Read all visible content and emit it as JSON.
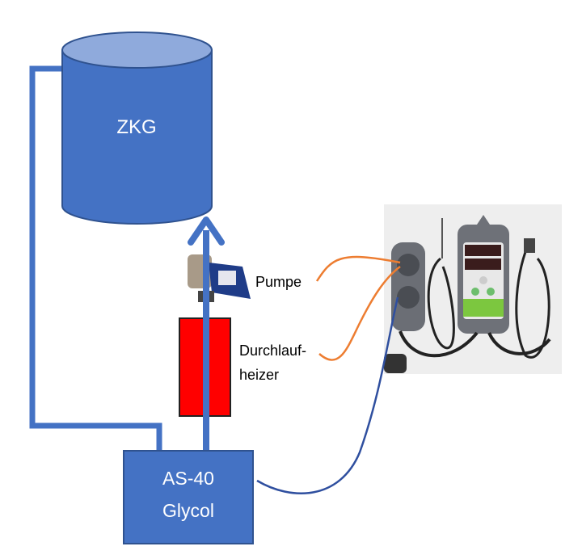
{
  "tank": {
    "label": "ZKG"
  },
  "pump": {
    "label": "Pumpe"
  },
  "heater": {
    "label_line1": "Durchlauf-",
    "label_line2": "heizer"
  },
  "chiller": {
    "label_line1": "AS-40",
    "label_line2": "Glycol"
  },
  "colors": {
    "shape_fill": "#4472C4",
    "shape_top": "#8FAADC",
    "shape_stroke": "#2F528F",
    "heater_fill": "#FF0000",
    "pump_cable": "#ED7D31",
    "heater_cable": "#2F4F9F"
  }
}
